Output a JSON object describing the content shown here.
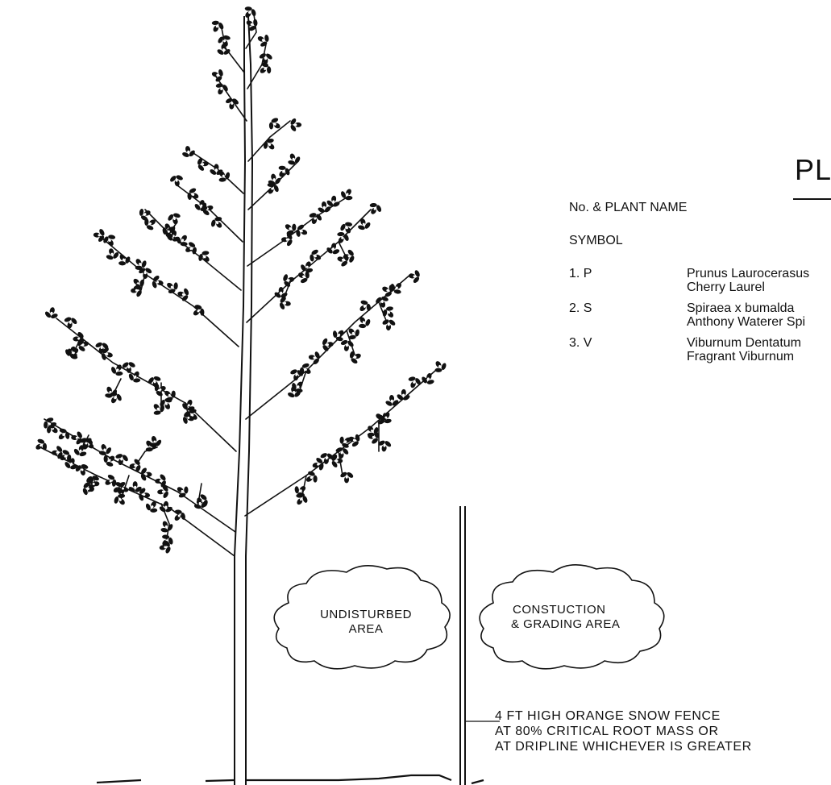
{
  "legend": {
    "title": "PL",
    "header_line1": "No. & PLANT NAME",
    "header_line2": "SYMBOL",
    "plants": [
      {
        "symbol": "1. P",
        "botanical": "Prunus Laurocerasus",
        "common": "Cherry Laurel"
      },
      {
        "symbol": "2. S",
        "botanical": "Spiraea x bumalda",
        "common": "Anthony Waterer Spi"
      },
      {
        "symbol": "3. V",
        "botanical": "Viburnum Dentatum",
        "common": "Fragrant Viburnum"
      }
    ]
  },
  "areas": {
    "undisturbed_line1": "UNDISTURBED",
    "undisturbed_line2": "AREA",
    "construction_line1": "CONSTUCTION",
    "construction_line2": "& GRADING AREA"
  },
  "fence_note": {
    "line1": "4 FT HIGH ORANGE SNOW FENCE",
    "line2": "AT 80% CRITICAL ROOT MASS OR",
    "line3": "AT DRIPLINE WHICHEVER IS GREATER"
  }
}
